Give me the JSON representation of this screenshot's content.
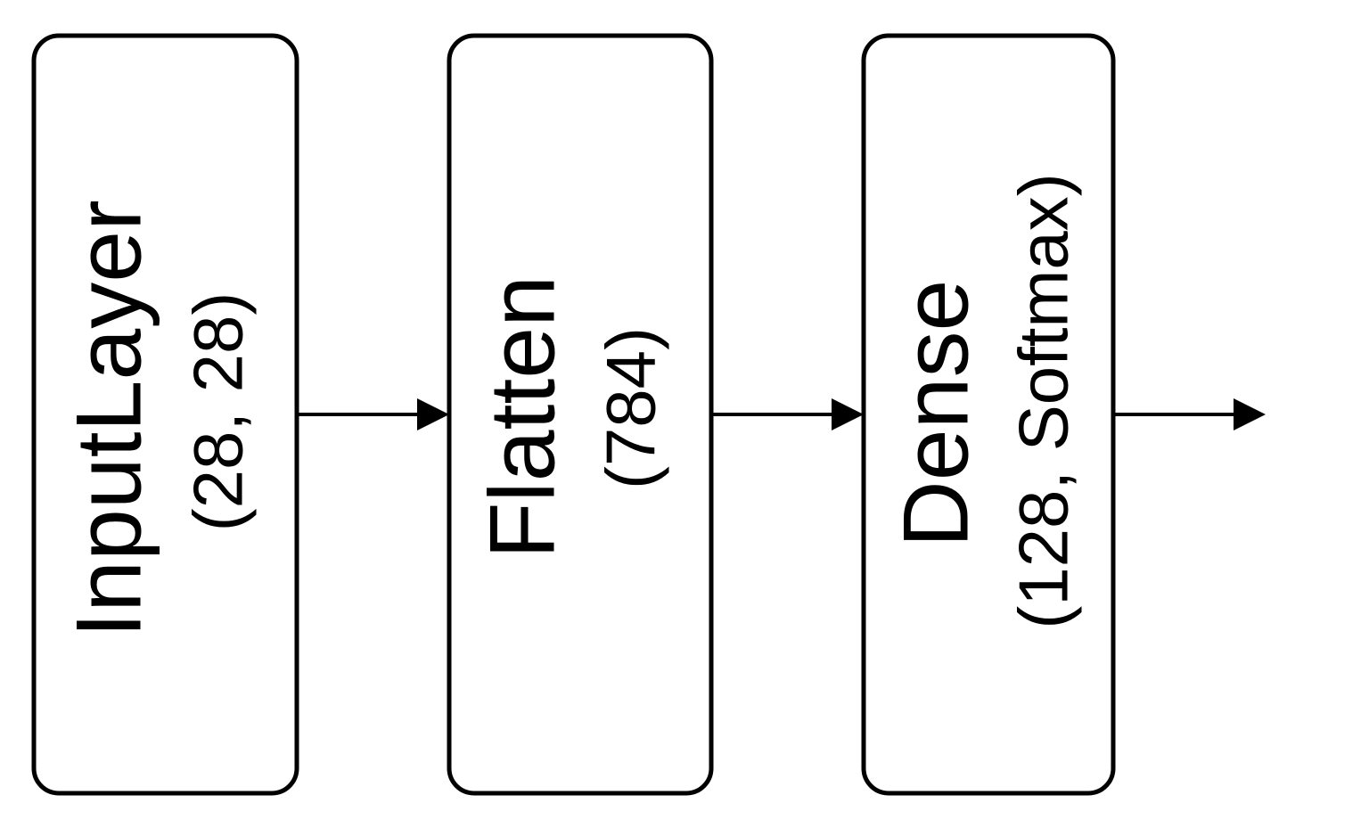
{
  "layers": [
    {
      "name": "InputLayer",
      "detail": "(28, 28)"
    },
    {
      "name": "Flatten",
      "detail": "(784)"
    },
    {
      "name": "Dense",
      "detail": "(128, Softmax)"
    }
  ]
}
